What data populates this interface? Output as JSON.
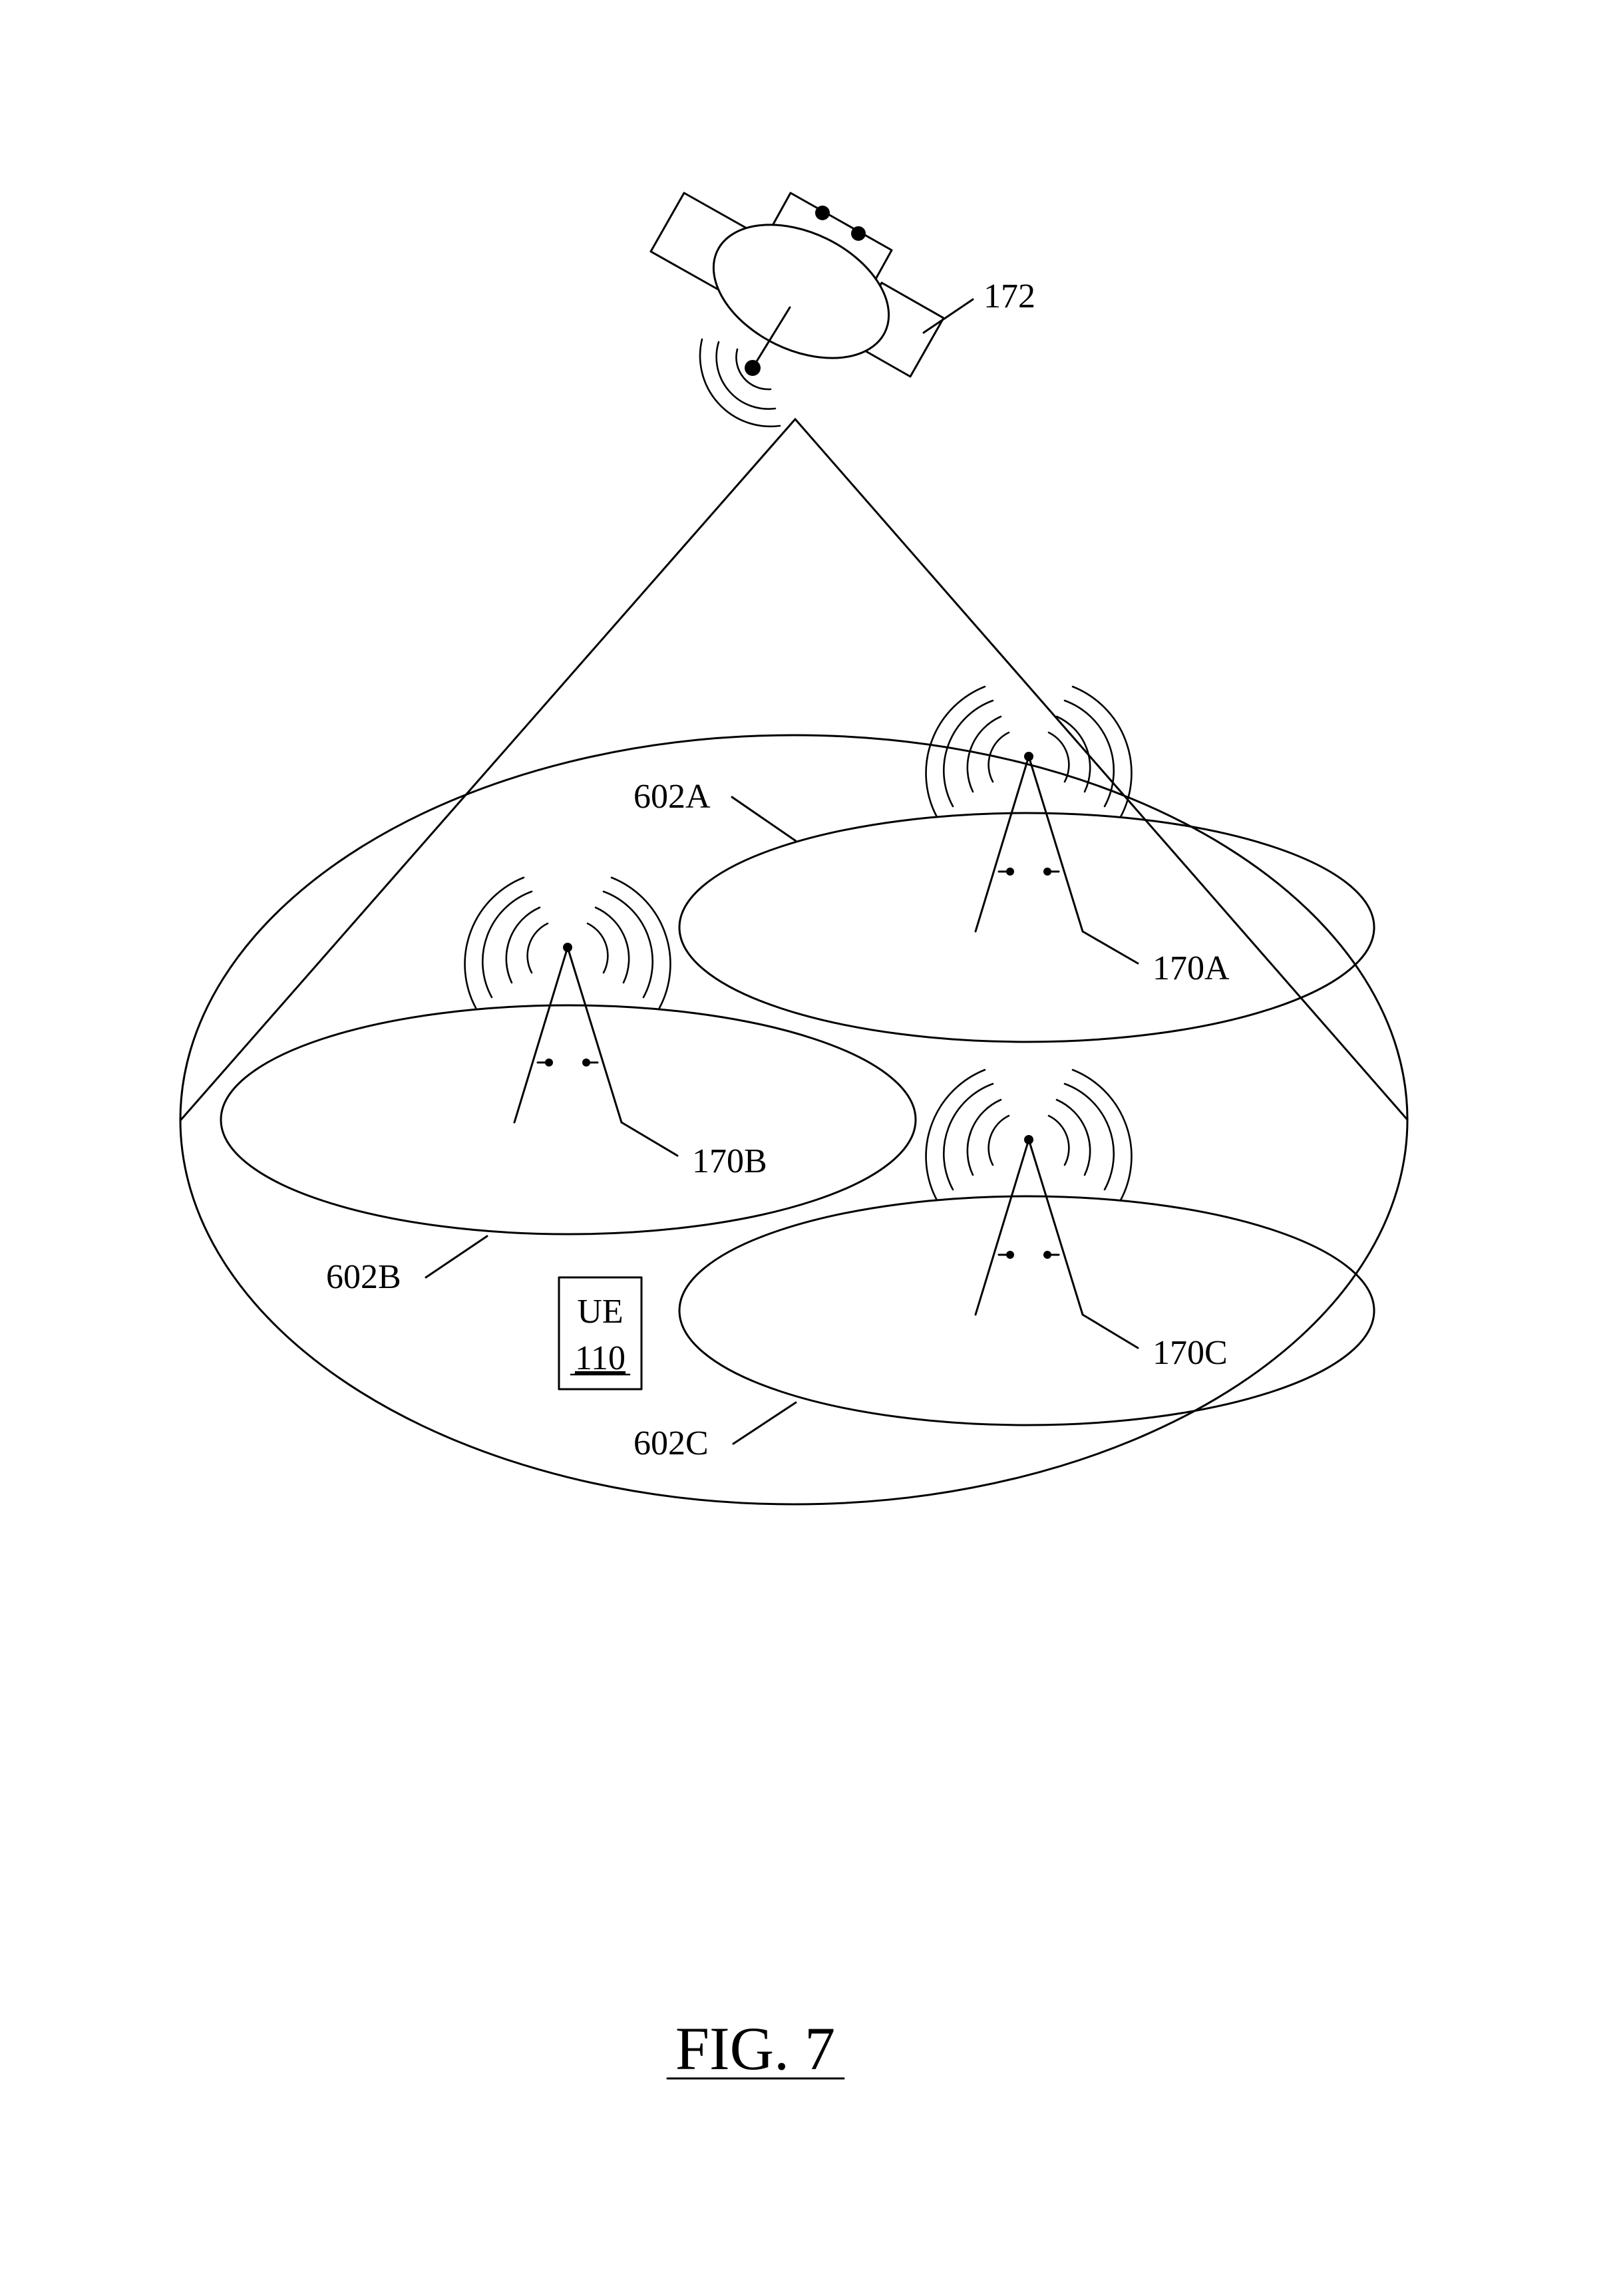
{
  "figure": {
    "caption": "FIG. 7",
    "satellite": {
      "ref": "172",
      "icon": "satellite-icon"
    },
    "cells": [
      {
        "ref": "602A"
      },
      {
        "ref": "602B"
      },
      {
        "ref": "602C"
      }
    ],
    "base_stations": [
      {
        "ref": "170A",
        "icon": "antenna-tower-icon"
      },
      {
        "ref": "170B",
        "icon": "antenna-tower-icon"
      },
      {
        "ref": "170C",
        "icon": "antenna-tower-icon"
      }
    ],
    "ue": {
      "name": "UE",
      "ref": "110"
    }
  }
}
